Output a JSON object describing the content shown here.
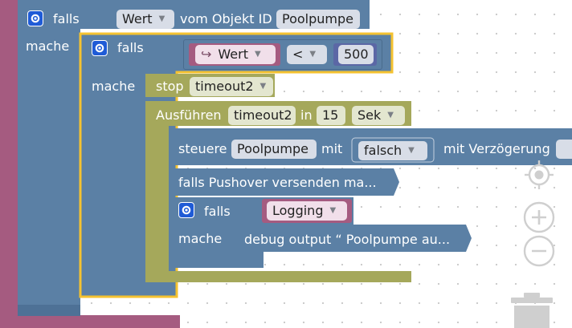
{
  "blocks": {
    "outer_if": {
      "kw_if": "falls",
      "kw_do": "mache",
      "field_value": "Wert",
      "text_object": "vom Objekt ID",
      "field_object_id": "Poolpumpe"
    },
    "inner_if": {
      "kw_if": "falls",
      "kw_do": "mache",
      "var_field": "Wert",
      "var_symbol": "↪",
      "operator": "<",
      "number": "500"
    },
    "stop_timeout": {
      "kw": "stop",
      "field": "timeout2"
    },
    "run_timeout": {
      "kw": "Ausführen",
      "field_name": "timeout2",
      "kw_in": "in",
      "field_num": "15",
      "field_unit": "Sek"
    },
    "control": {
      "kw": "steuere",
      "field_object": "Poolpumpe",
      "kw_with": "mit",
      "field_value": "falsch",
      "text_delay": "mit Verzögerung"
    },
    "pushover": {
      "text": "falls Pushover versenden ma..."
    },
    "logging_if": {
      "kw_if": "falls",
      "kw_do": "mache",
      "field": "Logging"
    },
    "debug": {
      "text": "debug output “ Poolpumpe au..."
    }
  },
  "colors": {
    "canvas": "#ffffff",
    "block_blue": "#5b80a5",
    "block_olive": "#a5a85b",
    "block_purple": "#a55b80",
    "outline_selected": "#f4c230",
    "gear": "#1f5bd6",
    "control_gray": "#cfcfcf"
  },
  "controls": [
    "target-icon",
    "zoom-in-icon",
    "zoom-out-icon",
    "trash-icon"
  ]
}
